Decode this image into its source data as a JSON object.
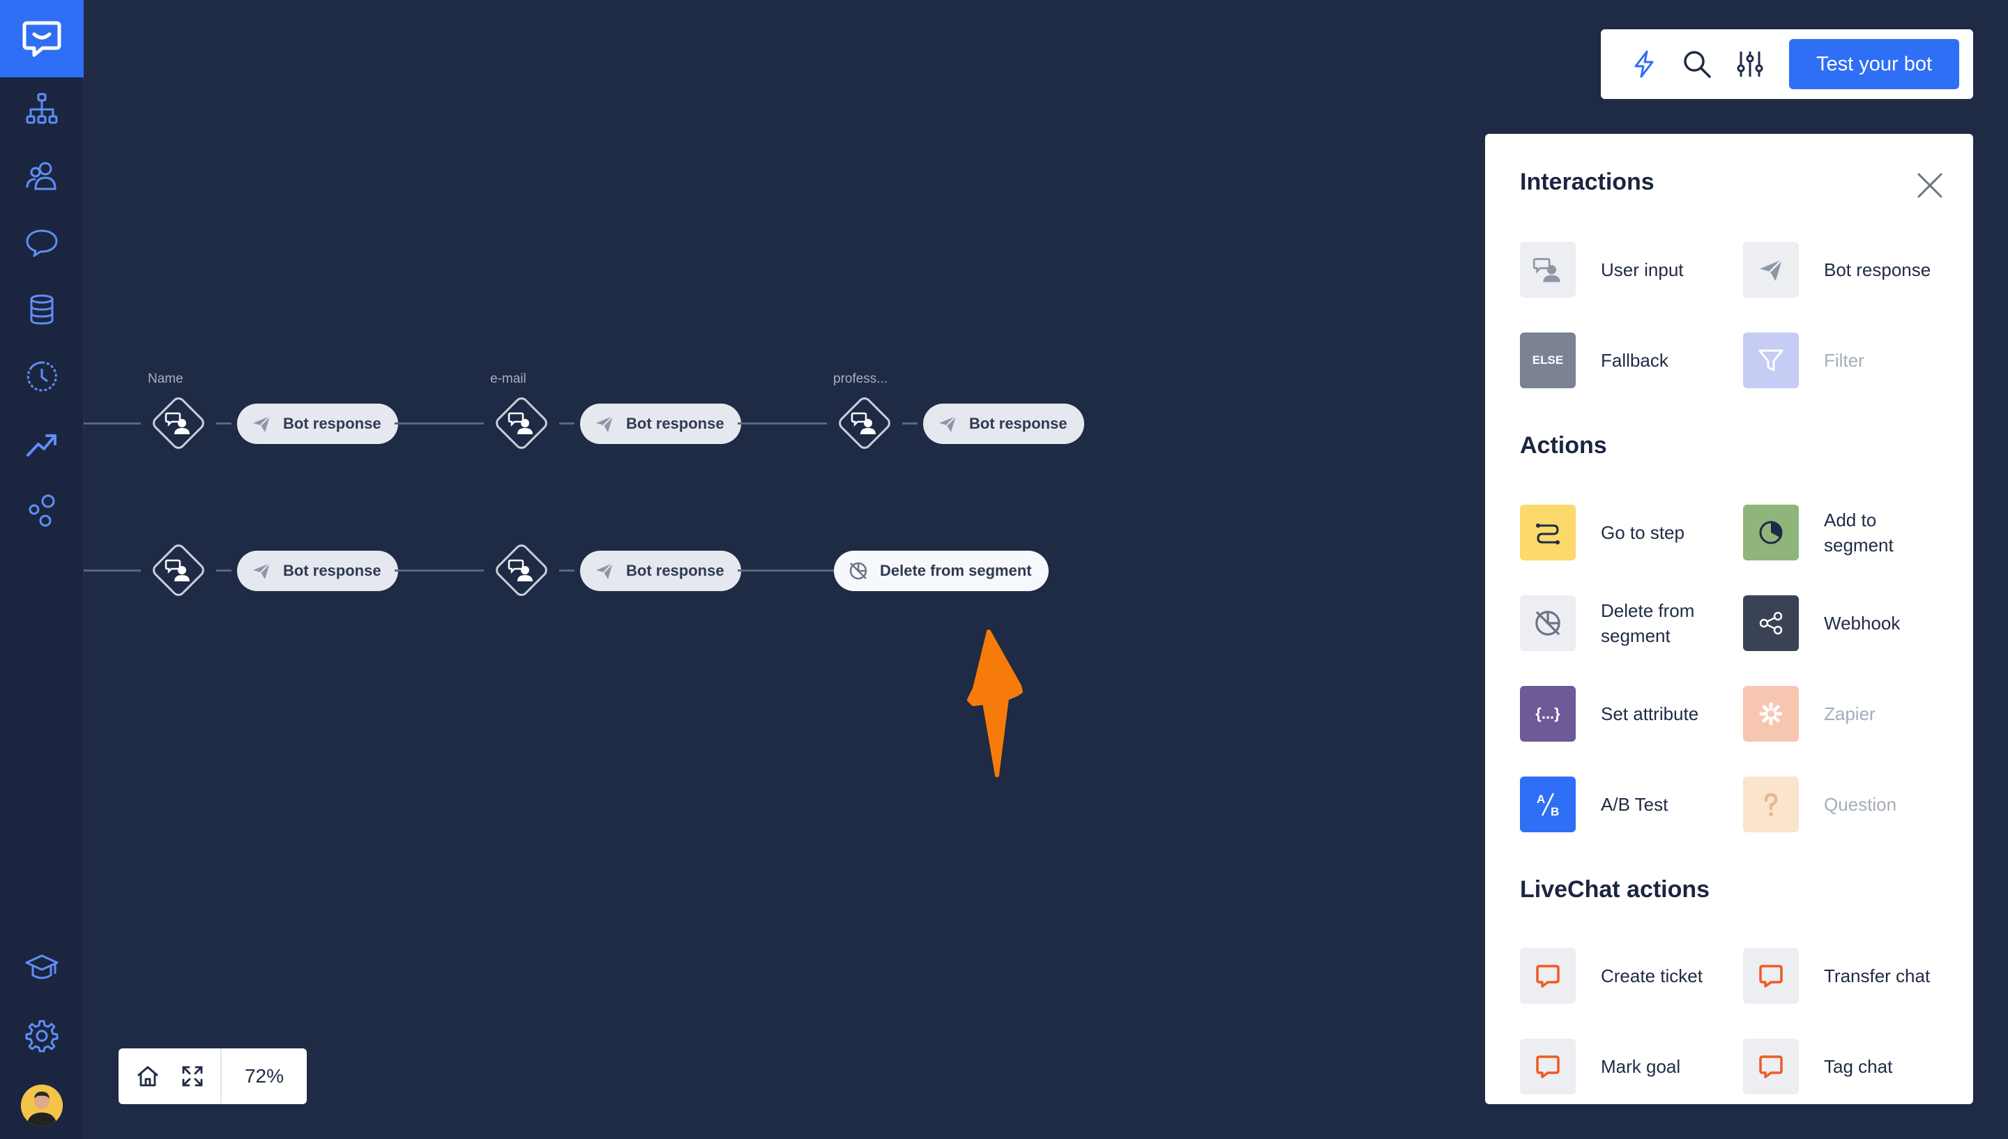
{
  "canvas": {
    "row1_labels": [
      "Name",
      "e-mail",
      "profess..."
    ],
    "bot_response_label": "Bot response",
    "delete_segment_label": "Delete from segment"
  },
  "toolbar": {
    "test_button": "Test your bot",
    "icons": [
      "lightning-icon",
      "search-icon",
      "sliders-icon"
    ]
  },
  "panel": {
    "interactions_title": "Interactions",
    "actions_title": "Actions",
    "livechat_title": "LiveChat actions",
    "interactions": {
      "user_input": "User input",
      "bot_response": "Bot response",
      "fallback": "Fallback",
      "fallback_badge": "ELSE",
      "filter": "Filter"
    },
    "actions": {
      "go_to_step": "Go to step",
      "add_to_segment": "Add to segment",
      "delete_from_segment": "Delete from segment",
      "webhook": "Webhook",
      "set_attribute": "Set attribute",
      "set_attribute_badge": "{...}",
      "zapier": "Zapier",
      "ab_test": "A/B Test",
      "question": "Question"
    },
    "livechat": {
      "create_ticket": "Create ticket",
      "transfer_chat": "Transfer chat",
      "mark_goal": "Mark goal",
      "tag_chat": "Tag chat"
    }
  },
  "zoom": {
    "level": "72%"
  },
  "colors": {
    "background": "#1f2a44",
    "brand_blue": "#2f6ff5",
    "go_to_step_yellow": "#fbd96b",
    "add_segment_green": "#8fb57a",
    "set_attribute_purple": "#6d5a96",
    "livechat_orange": "#f05a22"
  }
}
